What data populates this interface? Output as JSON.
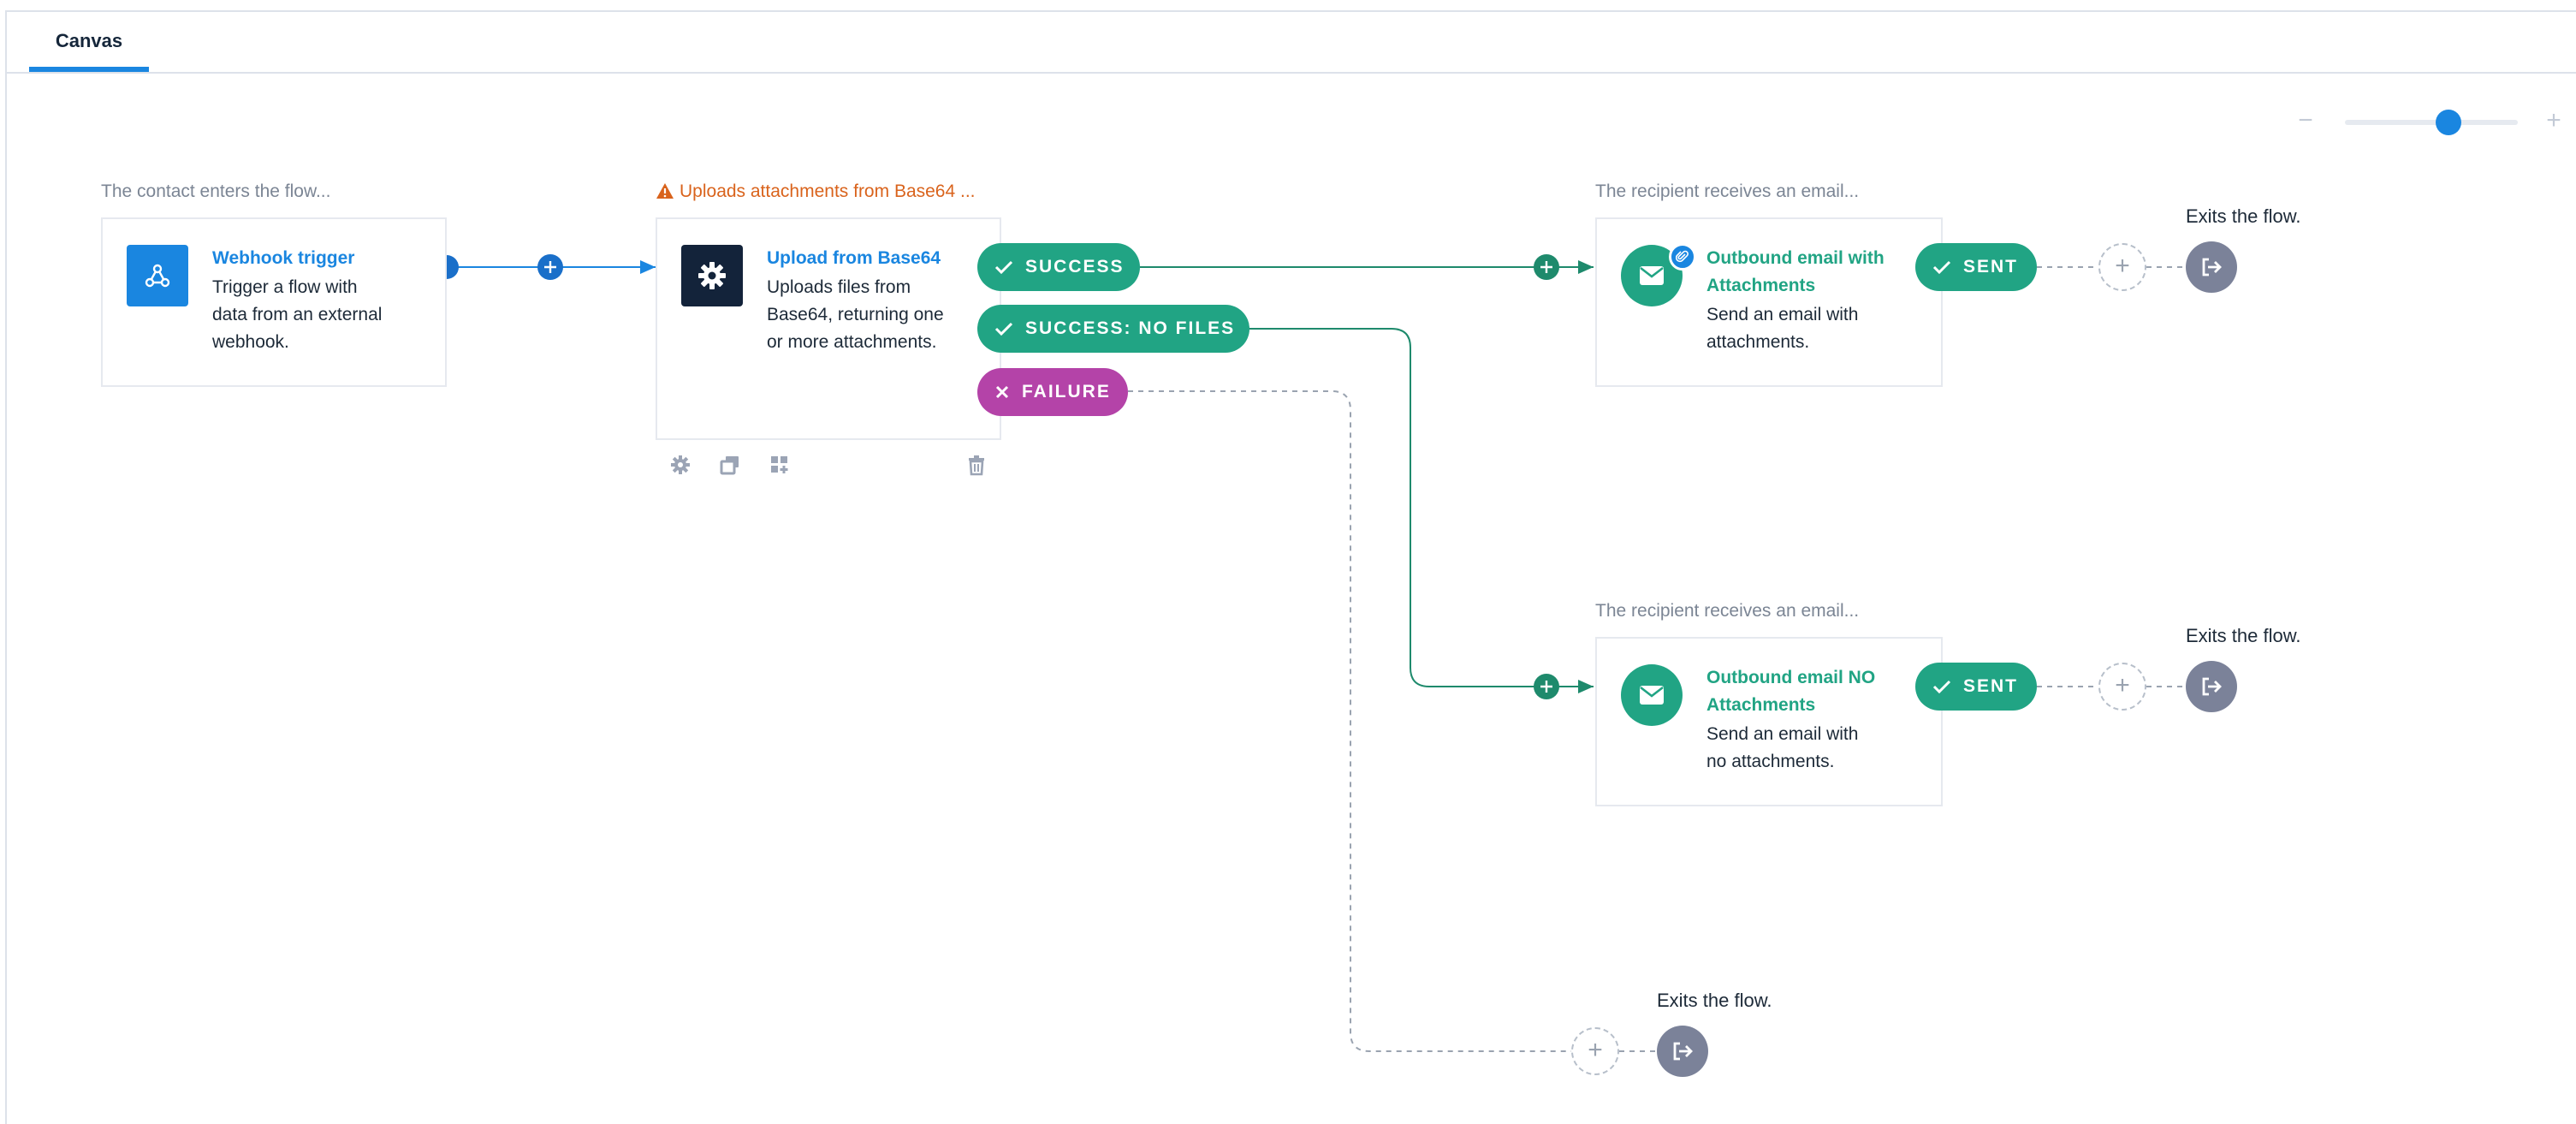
{
  "tabs": [
    {
      "label": "Canvas",
      "active": true
    }
  ],
  "zoom": {
    "minus_icon": "minus-icon",
    "plus_icon": "plus-icon",
    "level": 0.6
  },
  "colors": {
    "accent": "#1a86e0",
    "success": "#21a484",
    "failure": "#b443a8",
    "warning": "#d9631c",
    "exit": "#7b8299",
    "dark_icon": "#13233a"
  },
  "nodes": {
    "webhook": {
      "label": "The contact enters the flow...",
      "title": "Webhook trigger",
      "desc": [
        "Trigger a flow with",
        "data from an external",
        "webhook."
      ],
      "icon": "webhook-icon"
    },
    "upload": {
      "label": "Uploads attachments from Base64 ...",
      "label_icon": "warning-icon",
      "title": "Upload from Base64",
      "desc": [
        "Uploads files from",
        "Base64, returning one",
        "or more attachments."
      ],
      "icon": "gear-icon",
      "outcomes": {
        "success": "SUCCESS",
        "success_no_files": "SUCCESS: NO FILES",
        "failure": "FAILURE"
      },
      "tools": [
        "settings-icon",
        "duplicate-icon",
        "add-block-icon",
        "trash-icon"
      ]
    },
    "email_attach": {
      "label": "The recipient receives an email...",
      "title": [
        "Outbound email with",
        "Attachments"
      ],
      "desc": [
        "Send an email with",
        "attachments."
      ],
      "icon": "envelope-icon",
      "badge_icon": "paperclip-icon",
      "outcome": "SENT"
    },
    "email_no_attach": {
      "label": "The recipient receives an email...",
      "title": [
        "Outbound email NO",
        "Attachments"
      ],
      "desc": [
        "Send an email with",
        "no attachments."
      ],
      "icon": "envelope-icon",
      "outcome": "SENT"
    }
  },
  "exits": [
    {
      "label": "Exits the flow.",
      "icon": "exit-icon"
    },
    {
      "label": "Exits the flow.",
      "icon": "exit-icon"
    },
    {
      "label": "Exits the flow.",
      "icon": "exit-icon"
    }
  ]
}
